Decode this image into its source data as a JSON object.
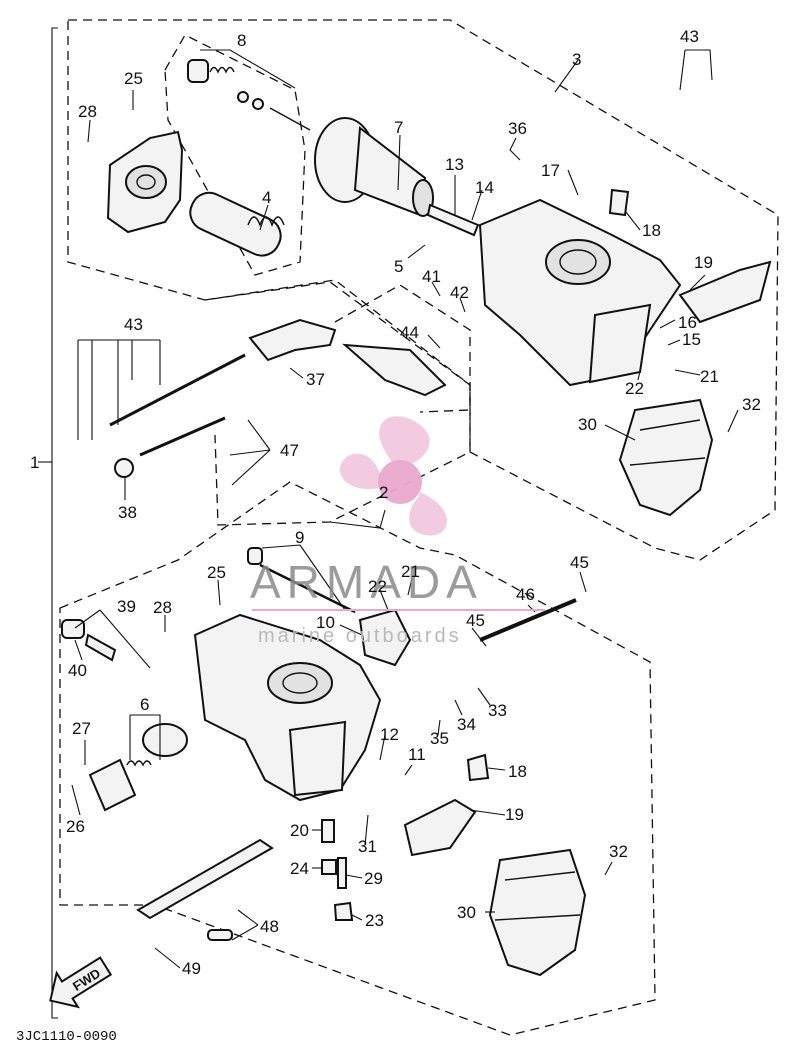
{
  "diagram": {
    "callouts": {
      "c1": "1",
      "c2": "2",
      "c3": "3",
      "c4": "4",
      "c5": "5",
      "c6": "6",
      "c7": "7",
      "c8": "8",
      "c9": "9",
      "c10": "10",
      "c11": "11",
      "c12": "12",
      "c13": "13",
      "c14": "14",
      "c15": "15",
      "c16": "16",
      "c17": "17",
      "c18a": "18",
      "c18b": "18",
      "c19a": "19",
      "c19b": "19",
      "c20": "20",
      "c21a": "21",
      "c21b": "21",
      "c22a": "22",
      "c22b": "22",
      "c23": "23",
      "c24": "24",
      "c25a": "25",
      "c25b": "25",
      "c26": "26",
      "c27": "27",
      "c28a": "28",
      "c28b": "28",
      "c29": "29",
      "c30a": "30",
      "c30b": "30",
      "c31": "31",
      "c32a": "32",
      "c32b": "32",
      "c33": "33",
      "c34": "34",
      "c35": "35",
      "c36": "36",
      "c37": "37",
      "c38": "38",
      "c39": "39",
      "c40": "40",
      "c41": "41",
      "c42": "42",
      "c43a": "43",
      "c43b": "43",
      "c44": "44",
      "c45a": "45",
      "c45b": "45",
      "c46": "46",
      "c47": "47",
      "c48": "48",
      "c49": "49"
    },
    "fwd_label": "FWD",
    "drawing_code": "3JC1110-0090"
  },
  "watermark": {
    "brand": "ARMADA",
    "tagline": "marine outboards",
    "logo_color": "#e9a9cc"
  }
}
